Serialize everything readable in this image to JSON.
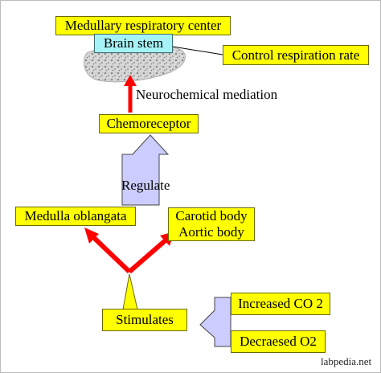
{
  "nodes": {
    "medullary_center": "Medullary respiratory center",
    "brain_stem": "Brain stem",
    "control_rate": "Control respiration rate",
    "neurochemical": "Neurochemical mediation",
    "chemoreceptor": "Chemoreceptor",
    "regulate": "Regulate",
    "medulla_oblangata": "Medulla oblangata",
    "carotid_body": "Carotid body",
    "aortic_body": "Aortic body",
    "stimulates": "Stimulates",
    "increased_co2": "Increased CO 2",
    "decreased_o2": "Decraesed O2"
  },
  "watermark": "labpedia.net",
  "colors": {
    "callout_fill": "#ffff00",
    "brain_stem_fill": "#a6f3f7",
    "arrow_red": "#ff0000",
    "block_arrow_fill": "#ccccff"
  }
}
